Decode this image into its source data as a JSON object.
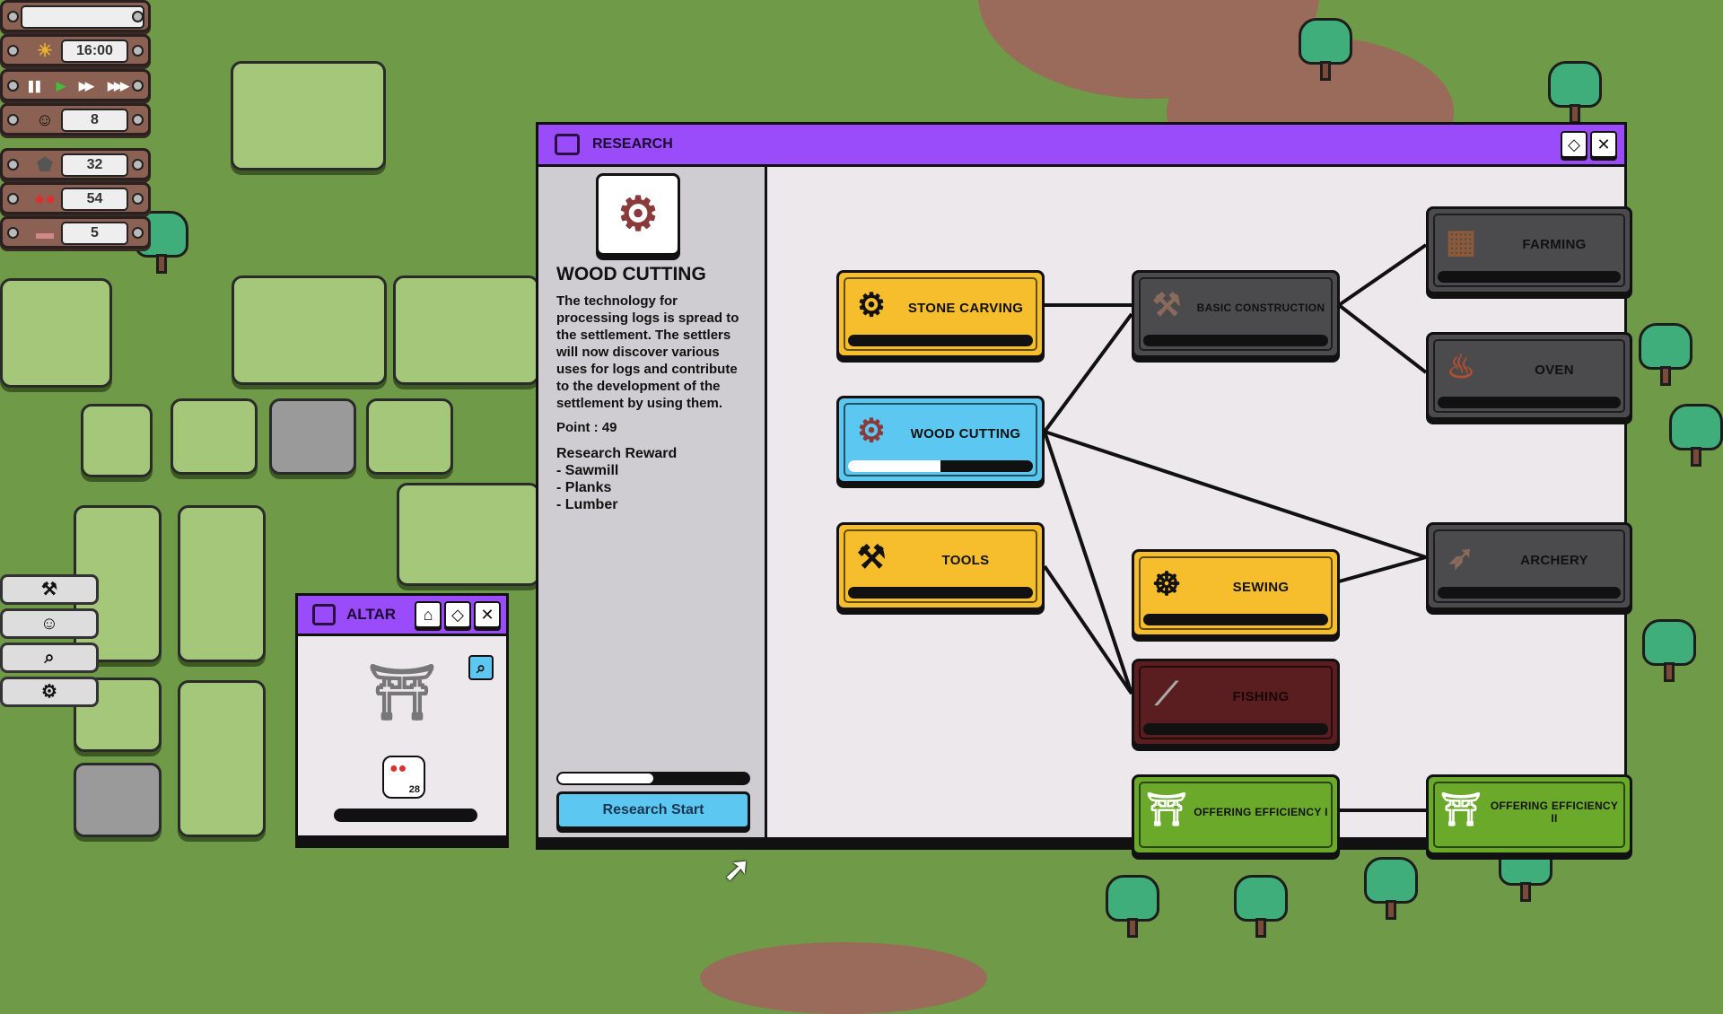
{
  "hud": {
    "name_field": "",
    "time": "16:00",
    "time_icon": "sun-icon",
    "speed_controls": [
      "pause",
      "play",
      "fast-forward",
      "fastest-forward"
    ],
    "population": "8",
    "stone": "32",
    "food": "54",
    "logs": "5"
  },
  "tools": [
    "build-icon",
    "villager-icon",
    "search-icon",
    "gear-icon"
  ],
  "research": {
    "title": "RESEARCH",
    "selected": {
      "name": "WOOD CUTTING",
      "description": "The technology for processing logs is spread to the settlement. The settlers will now discover various uses for logs and contribute to the development of the settlement by using them.",
      "point": "Point : 49",
      "reward_title": "Research Reward",
      "rewards": [
        "- Sawmill",
        "- Planks",
        "- Lumber"
      ],
      "progress": 0.5,
      "start_button": "Research Start"
    },
    "nodes": {
      "stone_carving": {
        "label": "STONE CARVING",
        "progress": 0
      },
      "wood_cutting": {
        "label": "WOOD CUTTING",
        "progress": 0.5
      },
      "tools": {
        "label": "TOOLS",
        "progress": 0
      },
      "basic_construction": {
        "label": "BASIC CONSTRUCTION",
        "progress": 0
      },
      "sewing": {
        "label": "SEWING",
        "progress": 0
      },
      "fishing": {
        "label": "FISHING",
        "progress": 0
      },
      "offering1": {
        "label": "OFFERING EFFICIENCY I"
      },
      "farming": {
        "label": "FARMING",
        "progress": 0
      },
      "oven": {
        "label": "OVEN",
        "progress": 0
      },
      "archery": {
        "label": "ARCHERY",
        "progress": 0
      },
      "offering2": {
        "label": "OFFERING EFFICIENCY II"
      }
    }
  },
  "altar": {
    "title": "ALTAR",
    "offering_count": "28"
  },
  "colors": {
    "accent": "#9a4cfa",
    "available": "#f6bd2c",
    "selected": "#5cc8f2",
    "locked": "#4b4a4c",
    "grass": "#6f9a47"
  }
}
